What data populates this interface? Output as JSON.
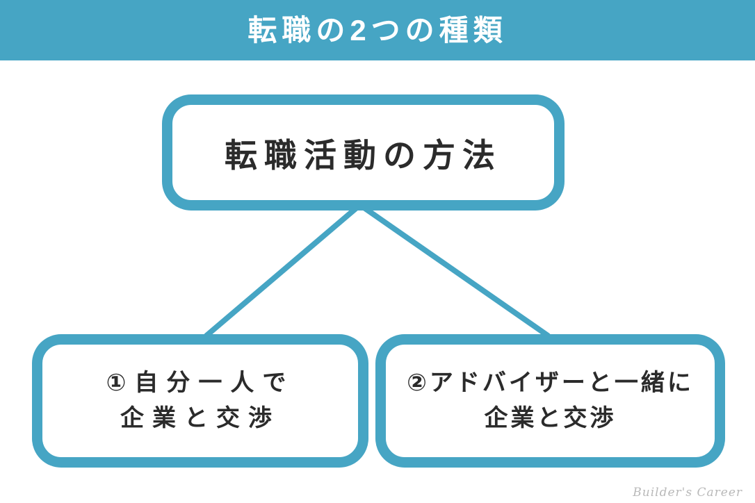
{
  "header": {
    "title": "転職の2つの種類"
  },
  "diagram": {
    "root": {
      "label": "転職活動の方法"
    },
    "children": [
      {
        "line1": "①自分一人で",
        "line2": "企業と交渉"
      },
      {
        "line1": "②アドバイザーと一緒に",
        "line2": "企業と交渉"
      }
    ]
  },
  "footer": {
    "credit": "Builder's Career"
  },
  "colors": {
    "accent": "#46a5c4",
    "header_text": "#ffffff",
    "node_text": "#2b2b2b",
    "node_fill": "#ffffff",
    "credit_text": "#b9b9b9",
    "background": "#ffffff"
  }
}
